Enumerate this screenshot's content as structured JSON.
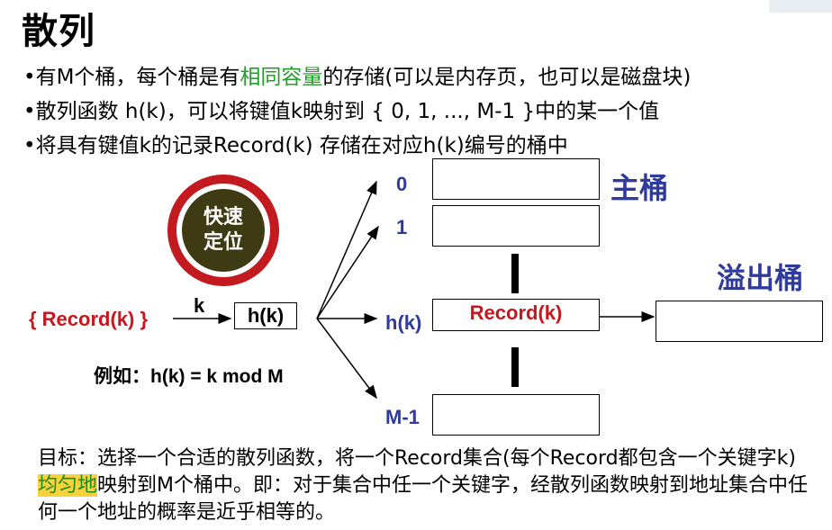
{
  "title": "散列",
  "bullets": [
    {
      "prefix": "•有M个桶，每个桶是有",
      "highlight": "相同容量",
      "suffix": "的存储(可以是内存页，也可以是磁盘块)"
    },
    {
      "text": "•散列函数 h(k)，可以将键值k映射到 { 0, 1, ..., M-1 }中的某一个值"
    },
    {
      "text": "•将具有键值k的记录Record(k) 存储在对应h(k)编号的桶中"
    }
  ],
  "badge": {
    "line1": "快速",
    "line2": "定位"
  },
  "diagram": {
    "input_label": "{ Record(k) }",
    "key_label": "k",
    "function_label": "h(k)",
    "example": "例如：h(k) = k mod M",
    "bucket_indices": [
      "0",
      "1",
      "h(k)",
      "M-1"
    ],
    "record_label": "Record(k)",
    "main_bucket_label": "主桶",
    "overflow_bucket_label": "溢出桶"
  },
  "goal": {
    "part1": "目标：选择一个合适的散列函数，将一个Record集合(每个Record都包含一个关键字k) ",
    "highlight": "均匀地",
    "part2": "映射到M个桶中。即：对于集合中任一个关键字，经散列函数映射到地址集合中任何一个地址的概率是近乎相等的。"
  },
  "colors": {
    "badge_ring": "#c21a1f",
    "badge_core": "#3d3a14",
    "index_blue": "#2e3a9c",
    "record_red": "#c8161d",
    "highlight_bg": "#f7d23a",
    "highlight_text": "#22a02a"
  }
}
